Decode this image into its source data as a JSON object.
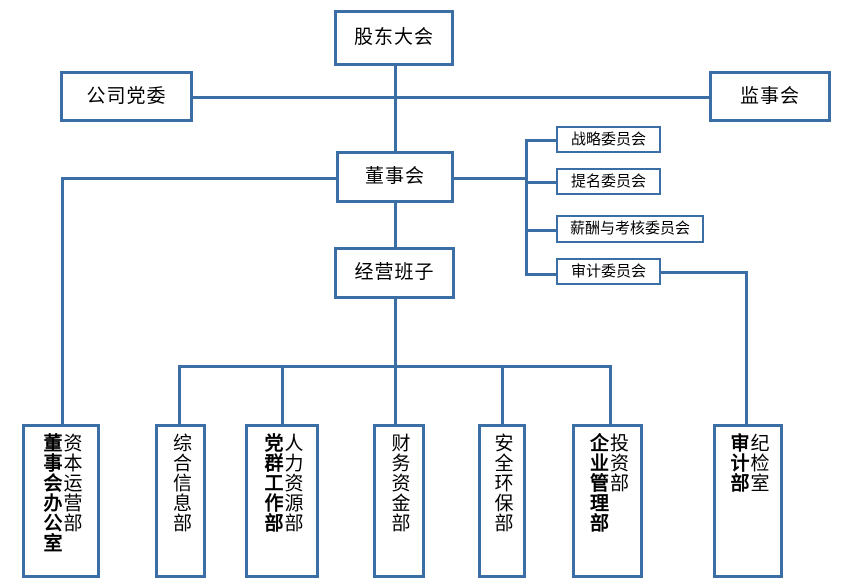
{
  "meta": {
    "title": "公司组织架构图",
    "accent_color": "#3a6ea5",
    "background_color": "#ffffff",
    "text_color": "#000000"
  },
  "nodes": {
    "shareholders_meeting": "股东大会",
    "party_committee": "公司党委",
    "supervisory_board": "监事会",
    "board_of_directors": "董事会",
    "management_team": "经营班子"
  },
  "committees": [
    {
      "label": "战略委员会"
    },
    {
      "label": "提名委员会"
    },
    {
      "label": "薪酬与考核委员会"
    },
    {
      "label": "审计委员会"
    }
  ],
  "departments": [
    {
      "primary": "资本运营部",
      "secondary": "董事会办公室"
    },
    {
      "primary": "综合信息部",
      "secondary": ""
    },
    {
      "primary": "人力资源部",
      "secondary": "党群工作部"
    },
    {
      "primary": "财务资金部",
      "secondary": ""
    },
    {
      "primary": "安全环保部",
      "secondary": ""
    },
    {
      "primary": "投资部",
      "secondary": "企业管理部"
    },
    {
      "primary": "纪检室",
      "secondary": "审计部"
    }
  ]
}
